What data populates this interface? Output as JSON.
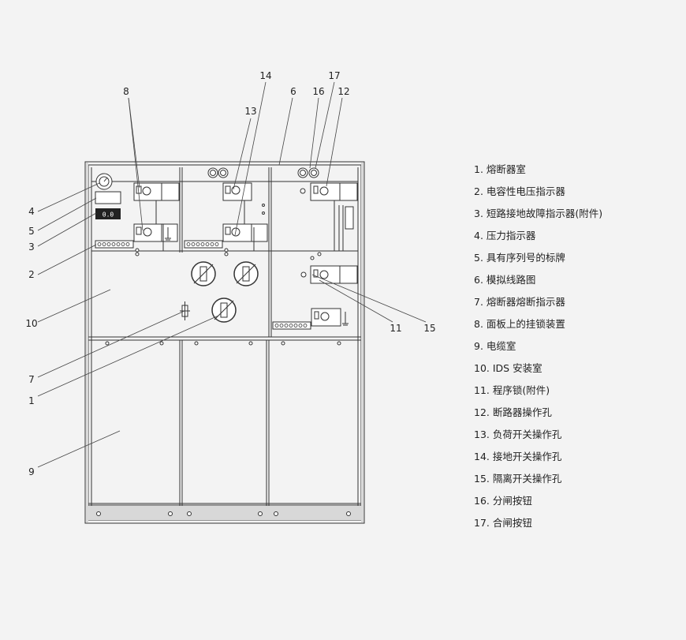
{
  "callouts": [
    "14",
    "17",
    "8",
    "6",
    "16",
    "12",
    "13",
    "4",
    "5",
    "3",
    "2",
    "10",
    "11",
    "15",
    "7",
    "1",
    "9"
  ],
  "legend": [
    {
      "num": "1.",
      "text": "熔断器室"
    },
    {
      "num": "2.",
      "text": "电容性电压指示器"
    },
    {
      "num": "3.",
      "text": "短路接地故障指示器(附件)"
    },
    {
      "num": "4.",
      "text": "压力指示器"
    },
    {
      "num": "5.",
      "text": "具有序列号的标牌"
    },
    {
      "num": "6.",
      "text": "模拟线路图"
    },
    {
      "num": "7.",
      "text": "熔断器熔断指示器"
    },
    {
      "num": "8.",
      "text": "面板上的挂锁装置"
    },
    {
      "num": "9.",
      "text": "电缆室"
    },
    {
      "num": "10.",
      "text": "IDS 安装室"
    },
    {
      "num": "11.",
      "text": "程序锁(附件)"
    },
    {
      "num": "12.",
      "text": "断路器操作孔"
    },
    {
      "num": "13.",
      "text": "负荷开关操作孔"
    },
    {
      "num": "14.",
      "text": "接地开关操作孔"
    },
    {
      "num": "15.",
      "text": "隔离开关操作孔"
    },
    {
      "num": "16.",
      "text": "分闸按钮"
    },
    {
      "num": "17.",
      "text": "合闸按钮"
    }
  ],
  "pressure_display": "0.0"
}
